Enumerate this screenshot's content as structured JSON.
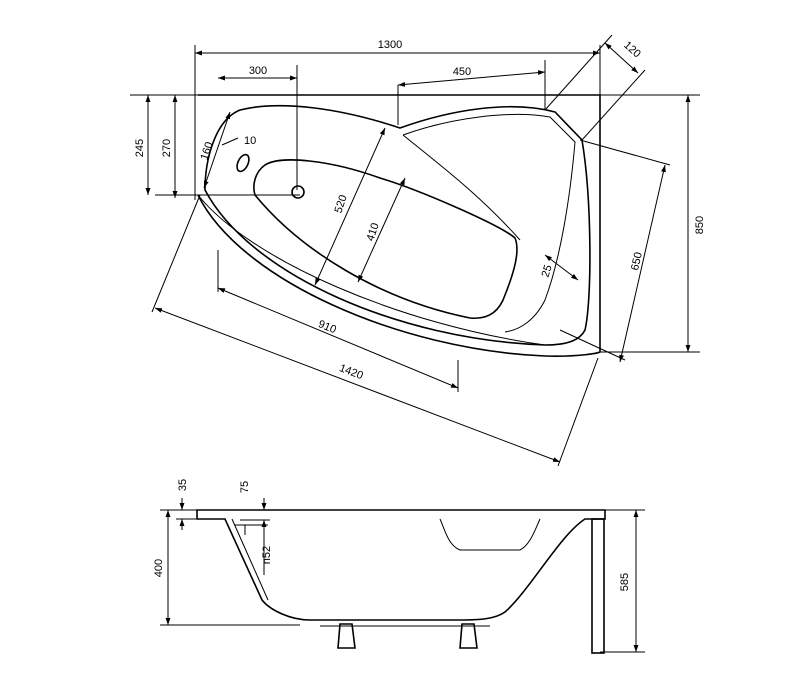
{
  "top_view": {
    "dimensions": {
      "width_total": "1300",
      "width_left": "300",
      "width_mid": "450",
      "corner": "120",
      "depth_total": "850",
      "depth_245": "245",
      "depth_270": "270",
      "depth_160": "160",
      "drain_10": "10",
      "inner_520": "520",
      "inner_410": "410",
      "wall_25": "25",
      "diag_650": "650",
      "diag_910": "910",
      "diag_1420": "1420"
    }
  },
  "side_view": {
    "dimensions": {
      "rim_35": "35",
      "rim_75": "75",
      "drain_n52": "n52",
      "height_400": "400",
      "height_585": "585"
    }
  }
}
